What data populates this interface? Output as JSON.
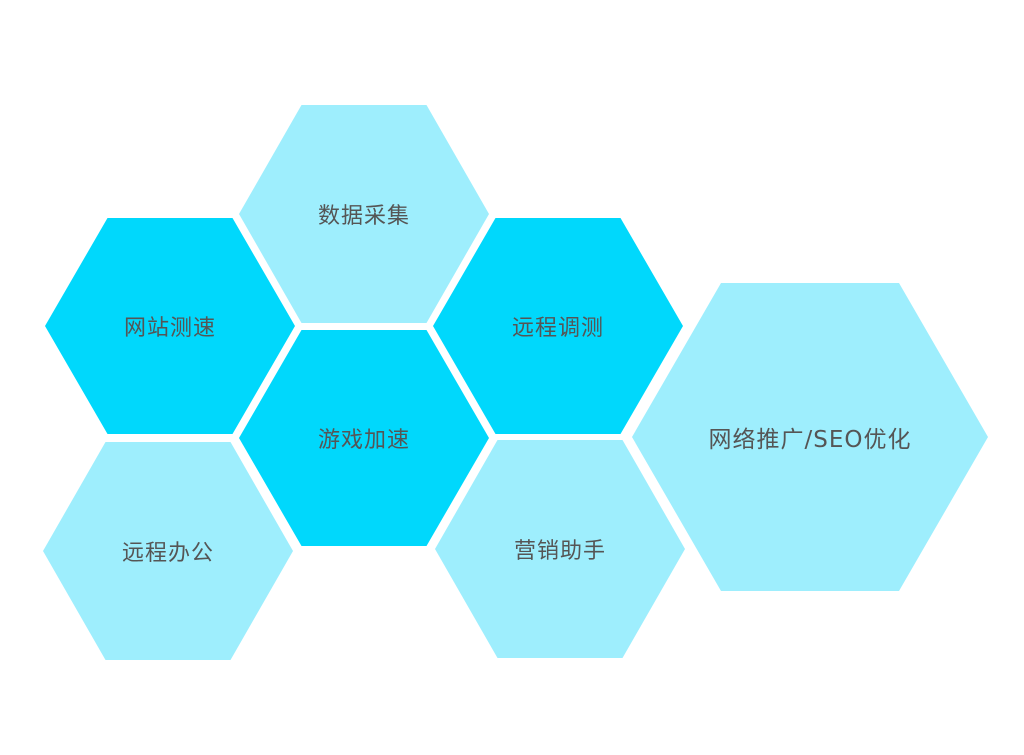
{
  "hexagons": {
    "data_collection": {
      "label": "数据采集",
      "color": "#9eeefd"
    },
    "site_speed": {
      "label": "网站测速",
      "color": "#00d8fc"
    },
    "remote_test": {
      "label": "远程调测",
      "color": "#00d8fc"
    },
    "game_accel": {
      "label": "游戏加速",
      "color": "#00d8fc"
    },
    "remote_office": {
      "label": "远程办公",
      "color": "#9eeefd"
    },
    "marketing": {
      "label": "营销助手",
      "color": "#9eeefd"
    },
    "seo": {
      "label": "网络推广/SEO优化",
      "color": "#9eeefd"
    }
  }
}
